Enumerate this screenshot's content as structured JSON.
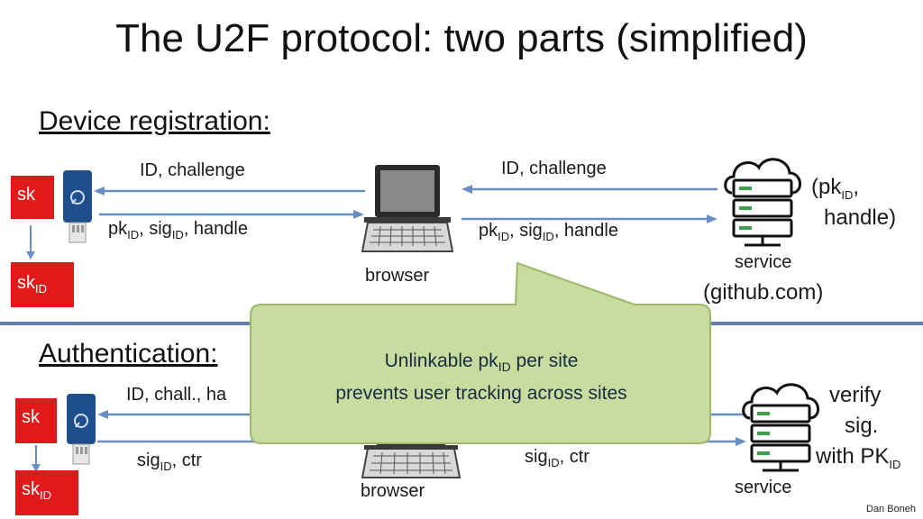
{
  "title": "The U2F protocol:  two parts  (simplified)",
  "registration": {
    "heading": "Device registration:",
    "sk": "sk",
    "skid_base": "sk",
    "skid_sub": "ID",
    "left_top": "ID,  challenge",
    "left_bottom": {
      "pk": "pk",
      "pk_sub": "ID",
      "sep1": ",  sig",
      "sig_sub": "ID",
      "rest": ",  handle"
    },
    "right_top": "ID,  challenge",
    "right_bottom": {
      "pk": "pk",
      "pk_sub": "ID",
      "sep1": ",  sig",
      "sig_sub": "ID",
      "rest": ",  handle"
    },
    "browser": "browser",
    "service": "service",
    "service_domain": "(github.com)",
    "stored": {
      "open": "(pk",
      "sub": "ID",
      "comma": ",",
      "handle": "handle)"
    }
  },
  "authentication": {
    "heading": "Authentication:",
    "sk": "sk",
    "skid_base": "sk",
    "skid_sub": "ID",
    "left_top": "ID,  chall.,  ha",
    "left_bottom": {
      "sig": "sig",
      "sig_sub": "ID",
      "rest": ",  ctr"
    },
    "right_bottom": {
      "sig": "sig",
      "sig_sub": "ID",
      "rest": ",  ctr"
    },
    "browser": "browser",
    "service": "service",
    "verify_line1": "verify",
    "verify_line2": "sig.",
    "verify_line3_base": "with PK",
    "verify_line3_sub": "ID"
  },
  "callout": {
    "line1_a": "Unlinkable  pk",
    "line1_sub": "ID",
    "line1_b": " per site",
    "line2": "prevents user tracking across sites"
  },
  "credit": "Dan Boneh",
  "colors": {
    "red_box": "#e01a1a",
    "arrow": "#6a8ec4",
    "divider": "#5b7fb5",
    "callout_fill": "#c7dc9e",
    "callout_border": "#9cb86a",
    "key_blue": "#1f4e8c"
  }
}
